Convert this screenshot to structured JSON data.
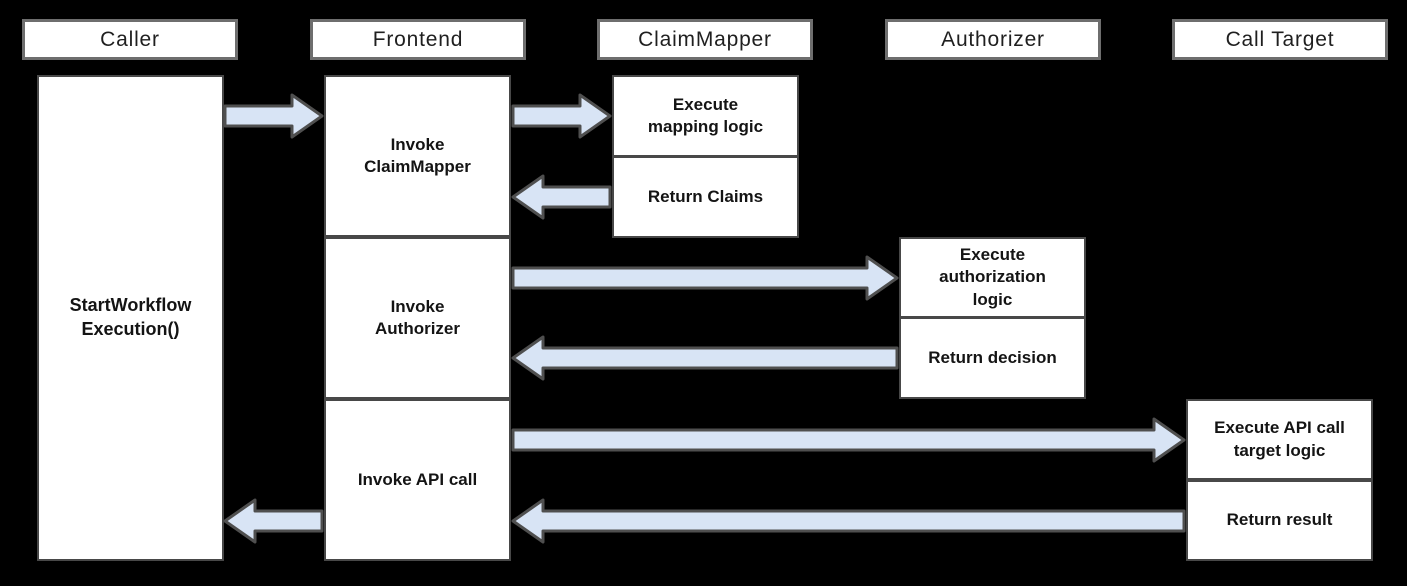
{
  "colors": {
    "background": "#000000",
    "box_fill": "#ffffff",
    "box_border": "#484848",
    "header_border": "#6e6e6e",
    "arrow_fill": "#d8e4f5",
    "arrow_stroke": "#4f4f4f"
  },
  "lanes": [
    {
      "label": "Caller"
    },
    {
      "label": "Frontend"
    },
    {
      "label": "ClaimMapper"
    },
    {
      "label": "Authorizer"
    },
    {
      "label": "Call Target"
    }
  ],
  "caller": {
    "activation": {
      "text": "StartWorkflow Execution()",
      "lines": [
        "StartWorkflow",
        "Execution()"
      ]
    }
  },
  "frontend": {
    "steps": [
      {
        "text": "Invoke ClaimMapper",
        "lines": [
          "Invoke",
          "ClaimMapper"
        ]
      },
      {
        "text": "Invoke Authorizer",
        "lines": [
          "Invoke",
          "Authorizer"
        ]
      },
      {
        "text": "Invoke API call",
        "lines": [
          "Invoke API call"
        ]
      }
    ]
  },
  "claimmapper": {
    "boxes": [
      {
        "text": "Execute mapping logic",
        "lines": [
          "Execute",
          "mapping logic"
        ]
      },
      {
        "text": "Return Claims",
        "lines": [
          "Return Claims"
        ]
      }
    ]
  },
  "authorizer": {
    "boxes": [
      {
        "text": "Execute authorization logic",
        "lines": [
          "Execute",
          "authorization",
          "logic"
        ]
      },
      {
        "text": "Return decision",
        "lines": [
          "Return decision"
        ]
      }
    ]
  },
  "call_target": {
    "boxes": [
      {
        "text": "Execute API call target logic",
        "lines": [
          "Execute API call",
          "target logic"
        ]
      },
      {
        "text": "Return result",
        "lines": [
          "Return result"
        ]
      }
    ]
  },
  "flows": [
    {
      "from": "Caller",
      "to": "Frontend",
      "direction": "right"
    },
    {
      "from": "Frontend",
      "to": "ClaimMapper",
      "direction": "right"
    },
    {
      "from": "ClaimMapper",
      "to": "Frontend",
      "direction": "left"
    },
    {
      "from": "Frontend",
      "to": "Authorizer",
      "direction": "right"
    },
    {
      "from": "Authorizer",
      "to": "Frontend",
      "direction": "left"
    },
    {
      "from": "Frontend",
      "to": "Call Target",
      "direction": "right"
    },
    {
      "from": "Call Target",
      "to": "Frontend",
      "direction": "left"
    },
    {
      "from": "Frontend",
      "to": "Caller",
      "direction": "left"
    }
  ]
}
